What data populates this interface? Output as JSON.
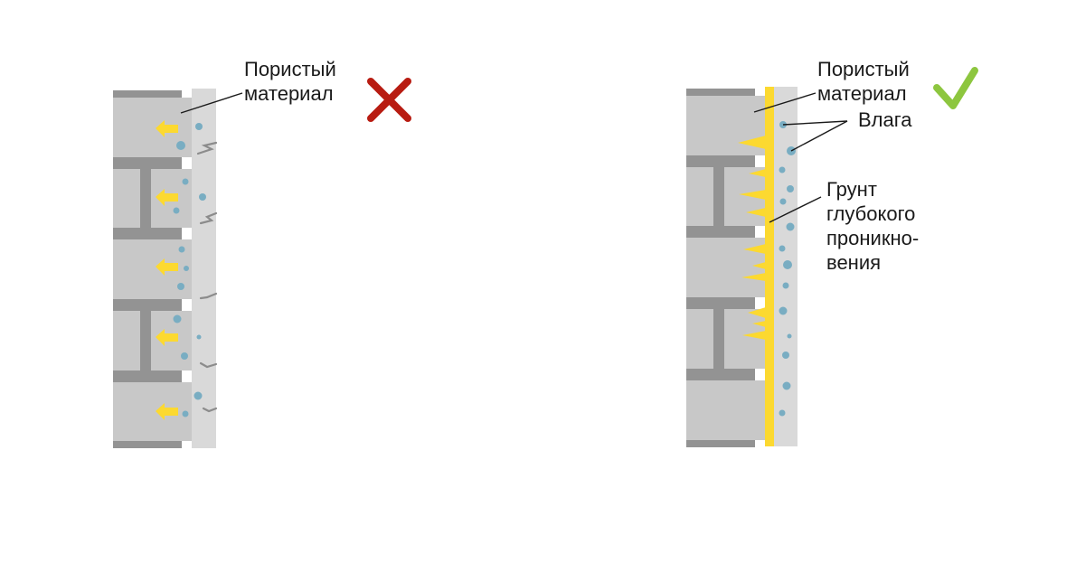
{
  "left_panel": {
    "label_lines": [
      "Пористый",
      "материал"
    ],
    "status_icon": "cross-icon",
    "status_color": "#b81c12"
  },
  "right_panel": {
    "label_porous_lines": [
      "Пористый",
      "материал"
    ],
    "label_moisture": "Влага",
    "label_primer_lines": [
      "Грунт",
      "глубокого",
      "проникно-",
      "вения"
    ],
    "status_icon": "check-icon",
    "status_color": "#8dc63f"
  },
  "colors": {
    "brick": "#c8c8c8",
    "mortar": "#939393",
    "plaster": "#d9d9d9",
    "crack": "#8c8c8c",
    "moisture": "#79adc2",
    "primer": "#fcd930",
    "arrow": "#fcd930"
  }
}
